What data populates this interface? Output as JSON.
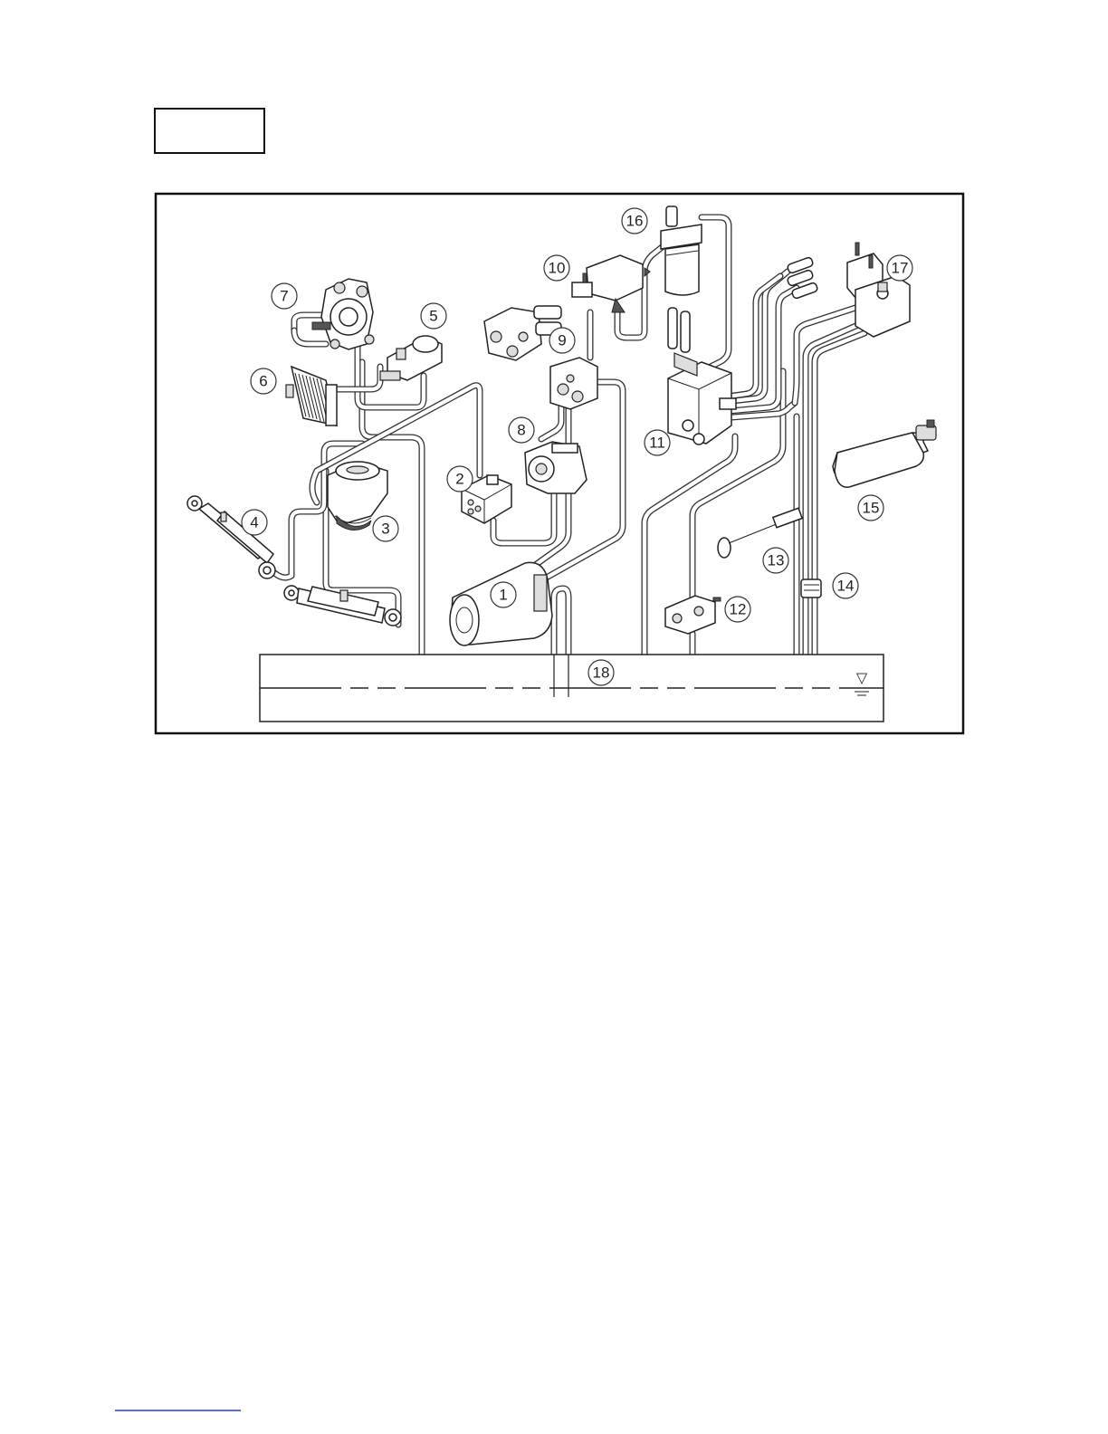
{
  "callouts": [
    {
      "id": "1",
      "label": "1"
    },
    {
      "id": "2",
      "label": "2"
    },
    {
      "id": "3",
      "label": "3"
    },
    {
      "id": "4",
      "label": "4"
    },
    {
      "id": "5",
      "label": "5"
    },
    {
      "id": "6",
      "label": "6"
    },
    {
      "id": "7",
      "label": "7"
    },
    {
      "id": "8",
      "label": "8"
    },
    {
      "id": "9",
      "label": "9"
    },
    {
      "id": "10",
      "label": "10"
    },
    {
      "id": "11",
      "label": "11"
    },
    {
      "id": "12",
      "label": "12"
    },
    {
      "id": "13",
      "label": "13"
    },
    {
      "id": "14",
      "label": "14"
    },
    {
      "id": "15",
      "label": "15"
    },
    {
      "id": "16",
      "label": "16"
    },
    {
      "id": "17",
      "label": "17"
    },
    {
      "id": "18",
      "label": "18"
    }
  ],
  "tank_level_symbol": "▽"
}
